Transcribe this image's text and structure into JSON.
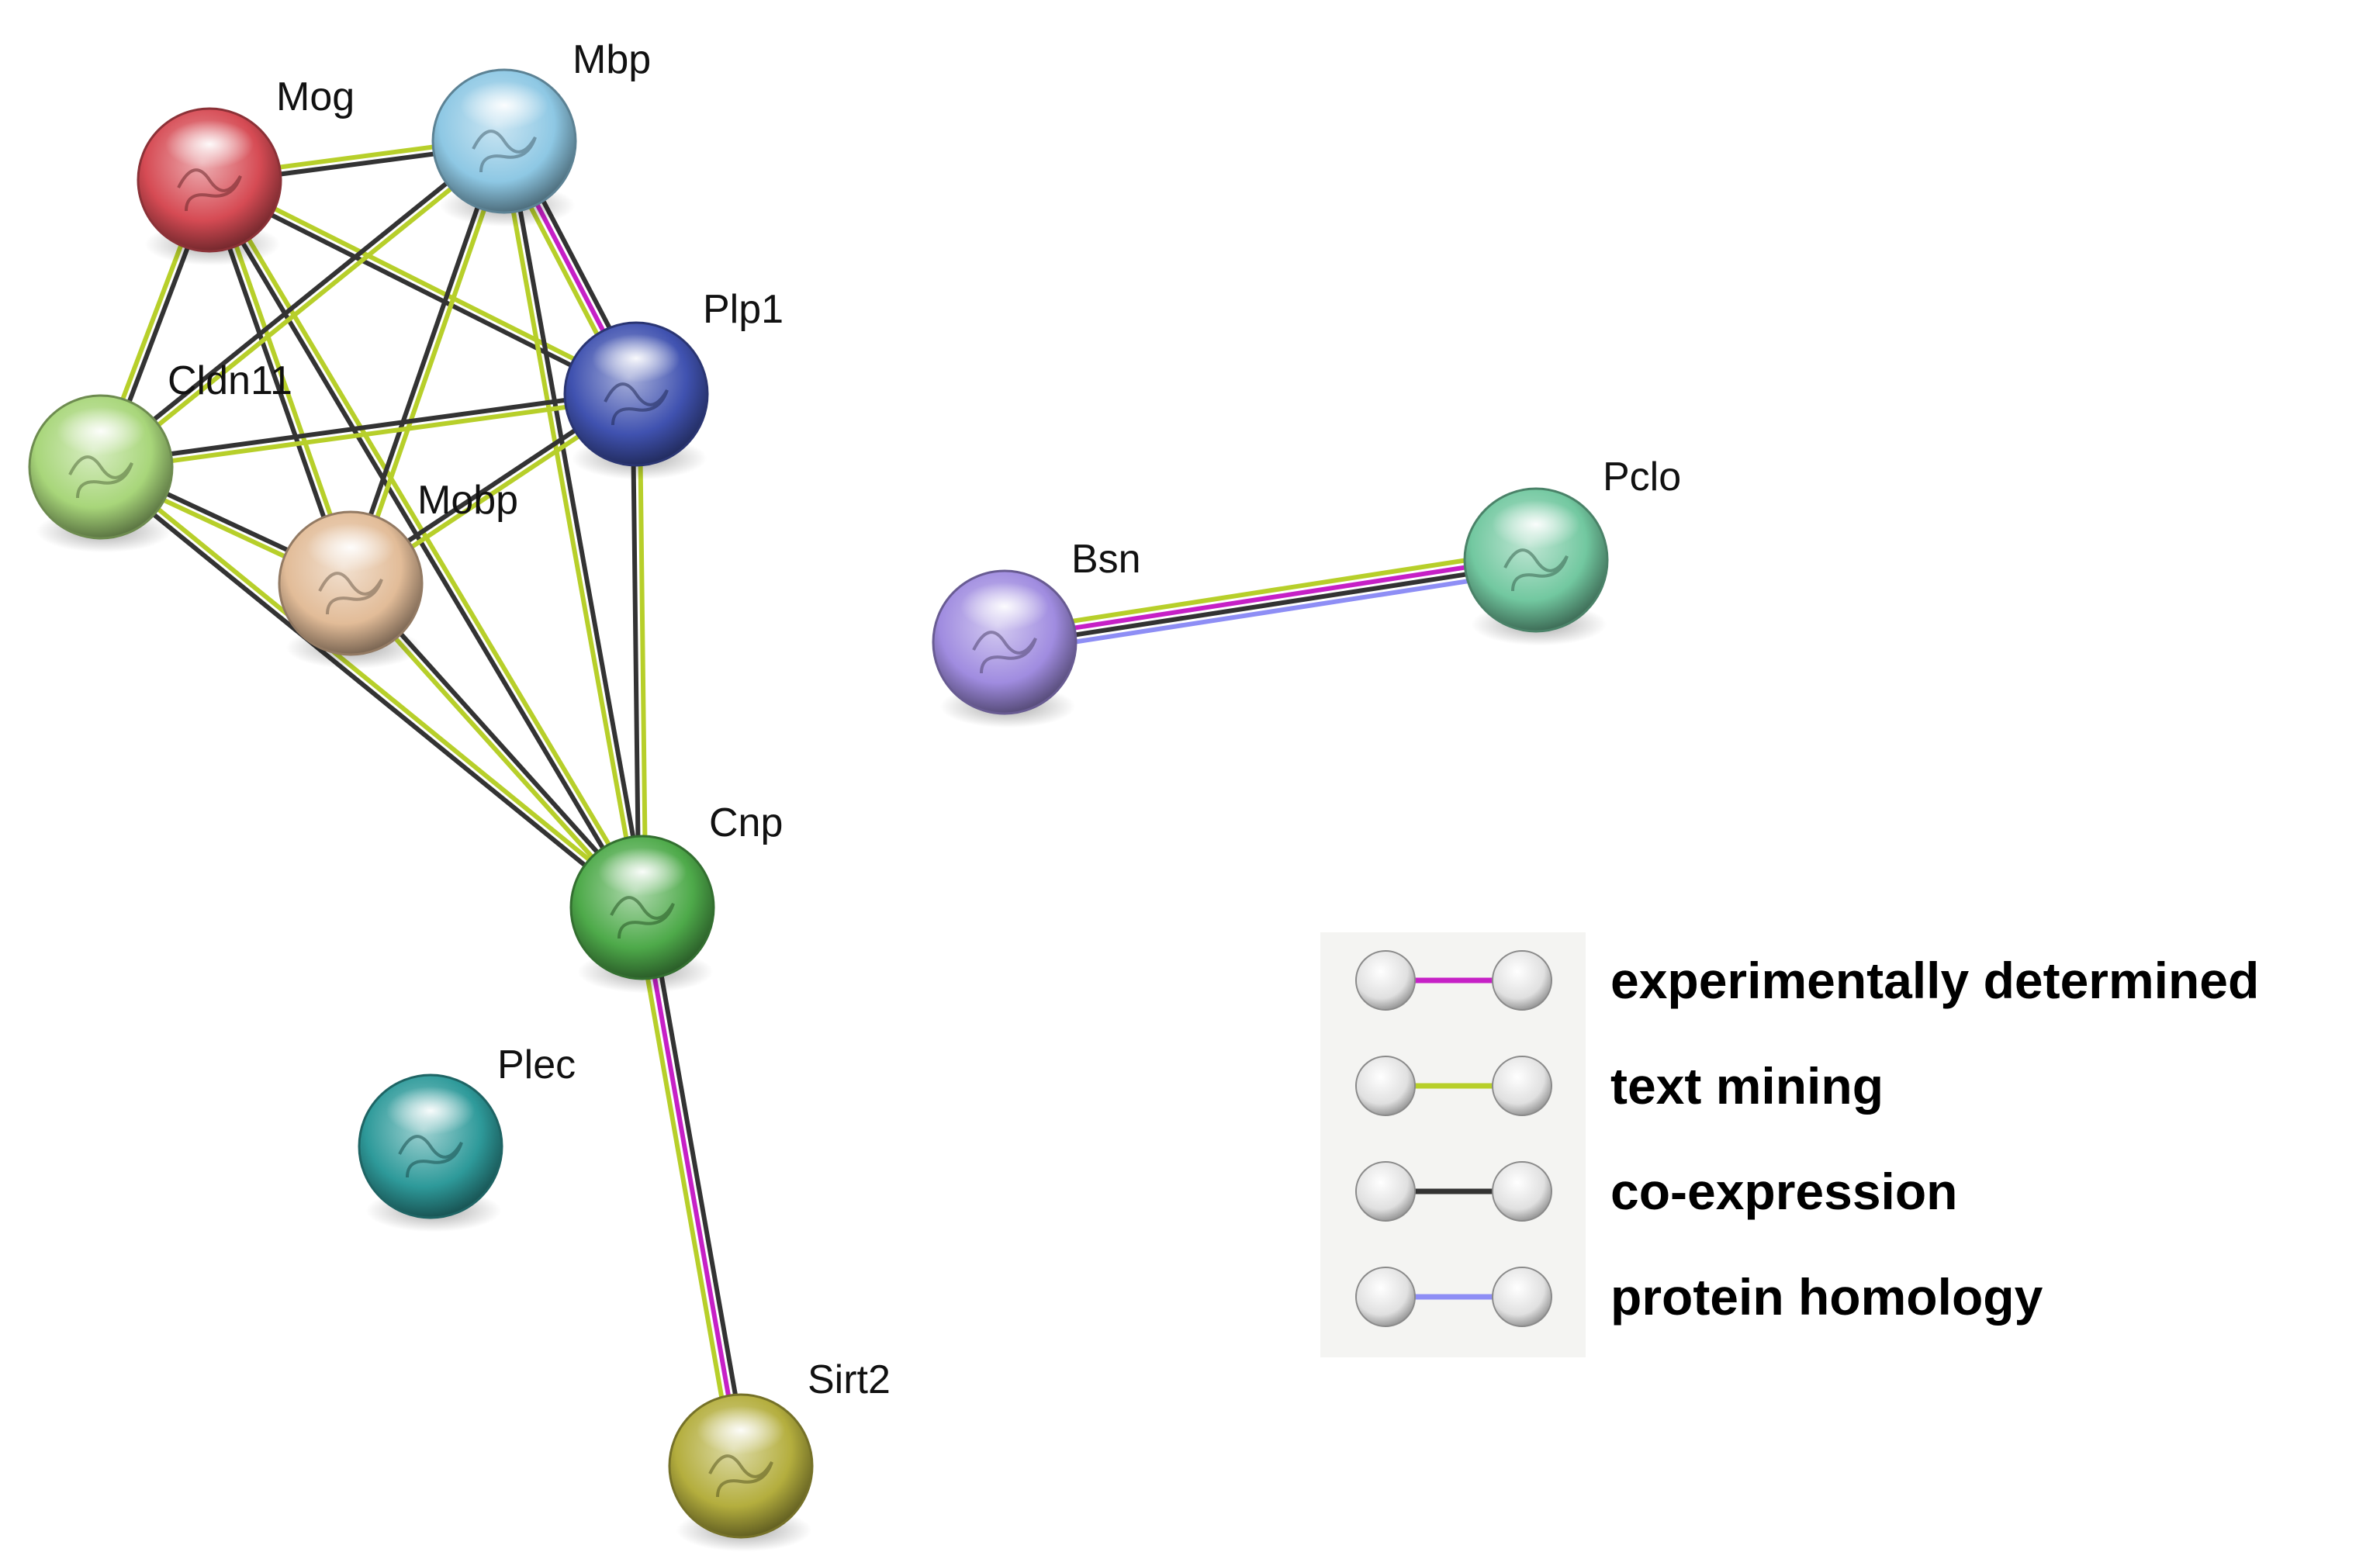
{
  "colors": {
    "experimental": "#c620c6",
    "textmining": "#b7cf2a",
    "coexpression": "#333333",
    "homology": "#8e8ef5"
  },
  "nodes": [
    {
      "id": "Mog",
      "label": "Mog",
      "color": "#d64b54"
    },
    {
      "id": "Mbp",
      "label": "Mbp",
      "color": "#8ec8e4"
    },
    {
      "id": "Plp1",
      "label": "Plp1",
      "color": "#4052b0"
    },
    {
      "id": "Cldn11",
      "label": "Cldn11",
      "color": "#a8d67a"
    },
    {
      "id": "Mobp",
      "label": "Mobp",
      "color": "#e2bc98"
    },
    {
      "id": "Cnp",
      "label": "Cnp",
      "color": "#4eaa4a"
    },
    {
      "id": "Plec",
      "label": "Plec",
      "color": "#2e9a9a"
    },
    {
      "id": "Sirt2",
      "label": "Sirt2",
      "color": "#b4ae3e"
    },
    {
      "id": "Bsn",
      "label": "Bsn",
      "color": "#a08ce0"
    },
    {
      "id": "Pclo",
      "label": "Pclo",
      "color": "#72c8a0"
    }
  ],
  "edges": [
    {
      "source": "Mog",
      "target": "Mbp",
      "types": [
        "textmining",
        "coexpression"
      ]
    },
    {
      "source": "Mog",
      "target": "Plp1",
      "types": [
        "textmining",
        "coexpression"
      ]
    },
    {
      "source": "Mog",
      "target": "Cldn11",
      "types": [
        "coexpression",
        "textmining"
      ]
    },
    {
      "source": "Mog",
      "target": "Mobp",
      "types": [
        "textmining",
        "coexpression"
      ]
    },
    {
      "source": "Mog",
      "target": "Cnp",
      "types": [
        "textmining",
        "coexpression"
      ]
    },
    {
      "source": "Mbp",
      "target": "Plp1",
      "types": [
        "coexpression",
        "experimental",
        "textmining"
      ]
    },
    {
      "source": "Mbp",
      "target": "Cldn11",
      "types": [
        "textmining",
        "coexpression"
      ]
    },
    {
      "source": "Mbp",
      "target": "Mobp",
      "types": [
        "textmining",
        "coexpression"
      ]
    },
    {
      "source": "Mbp",
      "target": "Cnp",
      "types": [
        "coexpression",
        "textmining"
      ]
    },
    {
      "source": "Plp1",
      "target": "Cldn11",
      "types": [
        "textmining",
        "coexpression"
      ]
    },
    {
      "source": "Plp1",
      "target": "Mobp",
      "types": [
        "textmining",
        "coexpression"
      ]
    },
    {
      "source": "Plp1",
      "target": "Cnp",
      "types": [
        "textmining",
        "coexpression"
      ]
    },
    {
      "source": "Cldn11",
      "target": "Mobp",
      "types": [
        "coexpression",
        "textmining"
      ]
    },
    {
      "source": "Cldn11",
      "target": "Cnp",
      "types": [
        "textmining",
        "coexpression"
      ]
    },
    {
      "source": "Mobp",
      "target": "Cnp",
      "types": [
        "coexpression",
        "textmining"
      ]
    },
    {
      "source": "Cnp",
      "target": "Sirt2",
      "types": [
        "coexpression",
        "experimental",
        "textmining"
      ]
    },
    {
      "source": "Bsn",
      "target": "Pclo",
      "types": [
        "textmining",
        "experimental",
        "coexpression",
        "homology"
      ]
    }
  ],
  "legend": [
    {
      "type": "experimental",
      "label": "experimentally determined"
    },
    {
      "type": "textmining",
      "label": "text mining"
    },
    {
      "type": "coexpression",
      "label": "co-expression"
    },
    {
      "type": "homology",
      "label": "protein homology"
    }
  ]
}
